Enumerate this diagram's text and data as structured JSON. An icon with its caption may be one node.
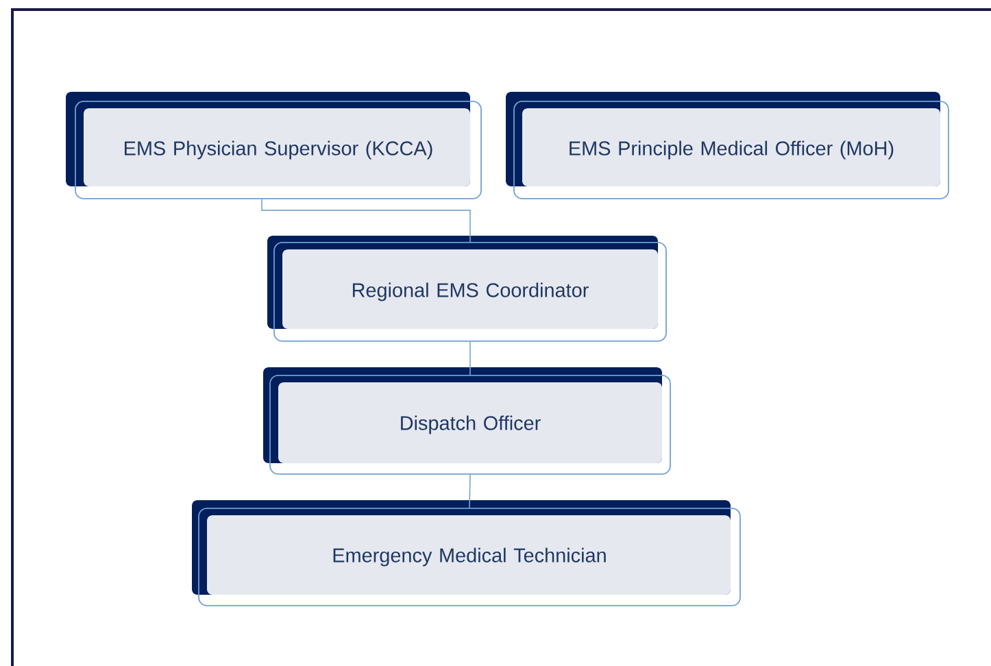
{
  "diagram": {
    "nodes": [
      {
        "text": [
          "EMS Physician Supervisor (KCCA)"
        ]
      },
      {
        "text": [
          "EMS Principle Medical Officer (MoH)"
        ]
      },
      {
        "text": [
          "Regional EMS Coordinator"
        ]
      },
      {
        "text": [
          "Dispatch Officer"
        ]
      },
      {
        "text": [
          "Emergency Medical Technician"
        ]
      }
    ],
    "edges": [
      {
        "from": 0,
        "to": 2,
        "arrow": "none"
      },
      {
        "from": 2,
        "to": 3,
        "arrow": "none"
      },
      {
        "from": 3,
        "to": 4,
        "arrow": "none"
      }
    ]
  }
}
